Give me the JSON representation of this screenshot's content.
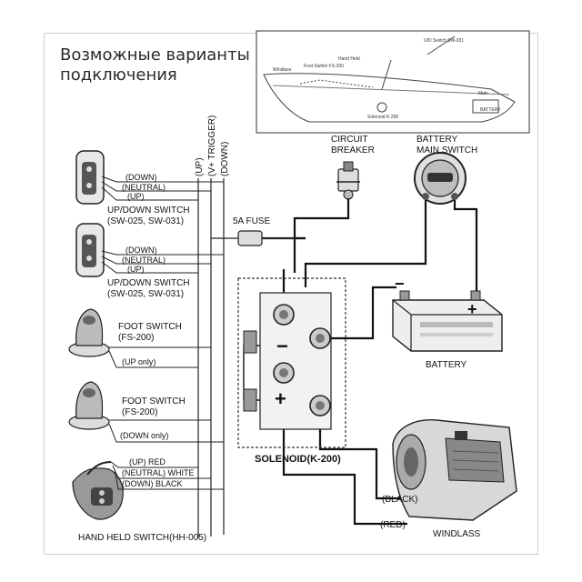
{
  "title": {
    "line1": "Возможные варианты",
    "line2": "подключения"
  },
  "bus_labels": {
    "up": "(UP)",
    "trigger": "(V+ TRIGGER)",
    "down": "(DOWN)"
  },
  "switch1": {
    "down": "(DOWN)",
    "neutral": "(NEUTRAL)",
    "up": "(UP)",
    "name": "UP/DOWN SWITCH",
    "model": "(SW-025, SW-031)"
  },
  "switch2": {
    "down": "(DOWN)",
    "neutral": "(NEUTRAL)",
    "up": "(UP)",
    "name": "UP/DOWN SWITCH",
    "model": "(SW-025, SW-031)"
  },
  "foot1": {
    "name": "FOOT SWITCH",
    "model": "(FS-200)",
    "wire": "(UP only)"
  },
  "foot2": {
    "name": "FOOT SWITCH",
    "model": "(FS-200)",
    "wire": "(DOWN only)"
  },
  "handheld": {
    "up": "(UP) RED",
    "neutral": "(NEUTRAL) WHITE",
    "down": "(DOWN) BLACK",
    "name": "HAND HELD SWITCH(HH-005)"
  },
  "fuse": "5A FUSE",
  "breaker": {
    "line1": "CIRCUIT",
    "line2": "BREAKER"
  },
  "main_switch": {
    "line1": "BATTERY",
    "line2": "MAIN SWITCH"
  },
  "battery": "BATTERY",
  "solenoid": "SOLENOID(K-200)",
  "terminals": {
    "minus": "−",
    "plus": "+"
  },
  "windlass": {
    "name": "WINDLASS",
    "black": "(BLACK)",
    "red": "(RED)"
  }
}
